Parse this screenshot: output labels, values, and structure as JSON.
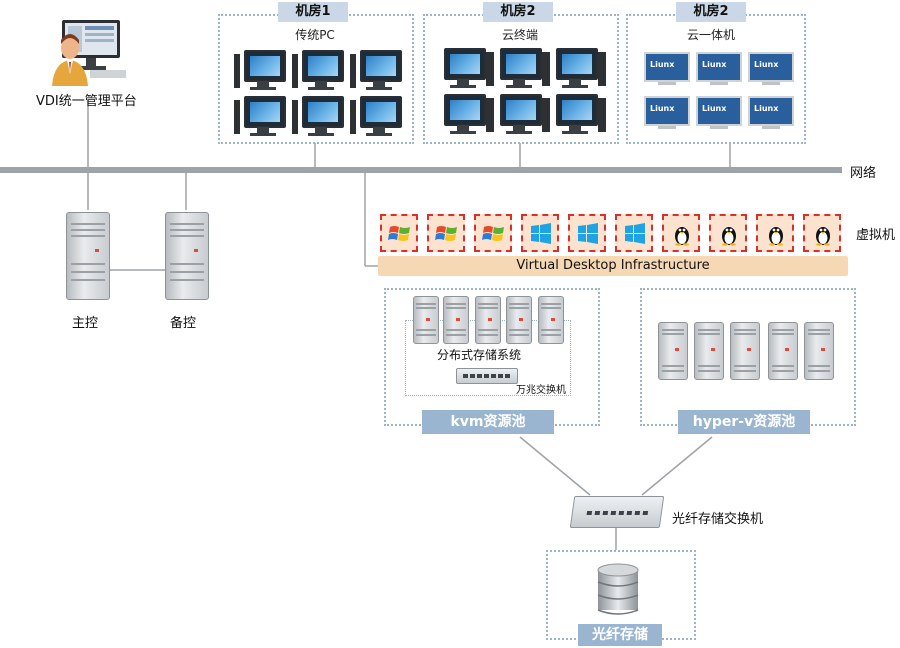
{
  "rooms": [
    {
      "tab": "机房1",
      "subtitle": "传统PC"
    },
    {
      "tab": "机房2",
      "subtitle": "云终端"
    },
    {
      "tab": "机房2",
      "subtitle": "云一体机"
    }
  ],
  "aio_brand": "Liunx",
  "network_label": "网络",
  "admin_label": "VDI统一管理平台",
  "main_server_label": "主控",
  "backup_server_label": "备控",
  "vm_label": "虚拟机",
  "vdi_bar_label": "Virtual Desktop Infrastructure",
  "vm_icons": [
    "windows-xp-icon",
    "windows-xp-icon",
    "windows-xp-icon",
    "windows-8-icon",
    "windows-8-icon",
    "windows-8-icon",
    "linux-tux-icon",
    "linux-tux-icon",
    "linux-tux-icon",
    "linux-tux-icon"
  ],
  "kvm": {
    "storage_label": "分布式存储系统",
    "switch_label": "万兆交换机",
    "pool_label": "kvm资源池"
  },
  "hyperv": {
    "pool_label": "hyper-v资源池"
  },
  "fiber_switch_label": "光纤存储交换机",
  "fiber_storage_label": "光纤存储",
  "colors": {
    "tab_bg": "#c9d7e6",
    "pool_btn": "#9ab5cf",
    "bus": "#9da3a8",
    "vdi_bar": "#f6d9b4",
    "vm_border": "#d9302b"
  }
}
